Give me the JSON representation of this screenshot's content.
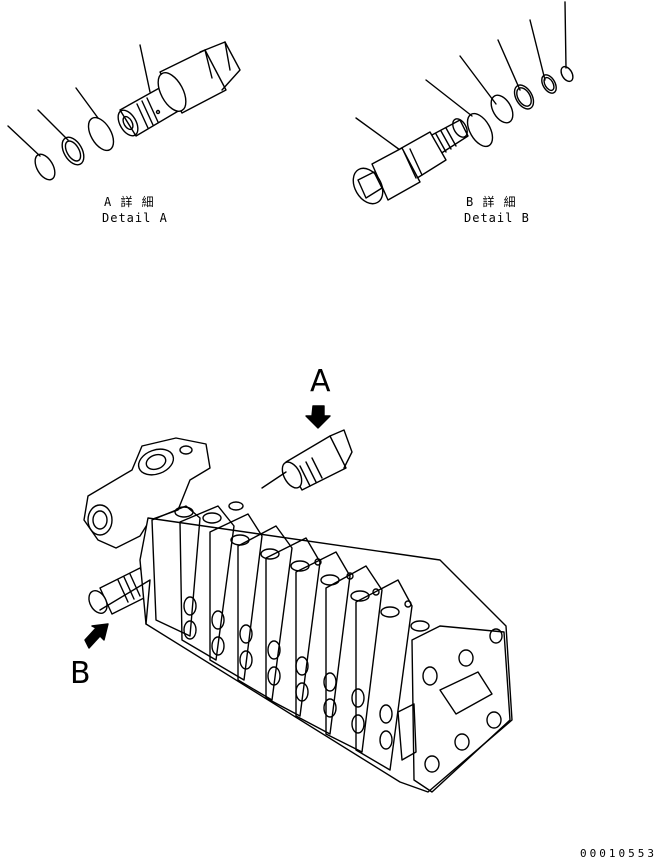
{
  "detail_a": {
    "jp": "A 詳 細",
    "en": "Detail A"
  },
  "detail_b": {
    "jp": "B 詳 細",
    "en": "Detail B"
  },
  "callout_a": "A",
  "callout_b": "B",
  "drawing_number": "00010553"
}
